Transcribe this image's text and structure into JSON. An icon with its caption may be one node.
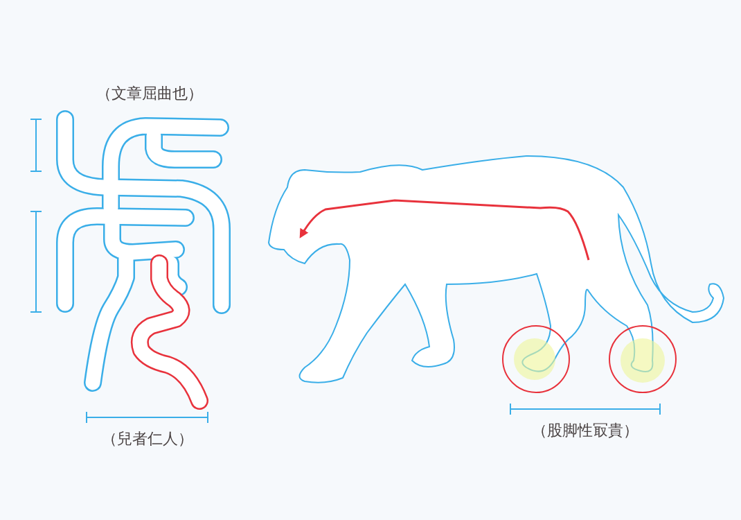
{
  "diagram": {
    "labels": [
      "（文章屈曲也）",
      "（兒者仁人）",
      "（股脚性冣貴）"
    ]
  }
}
